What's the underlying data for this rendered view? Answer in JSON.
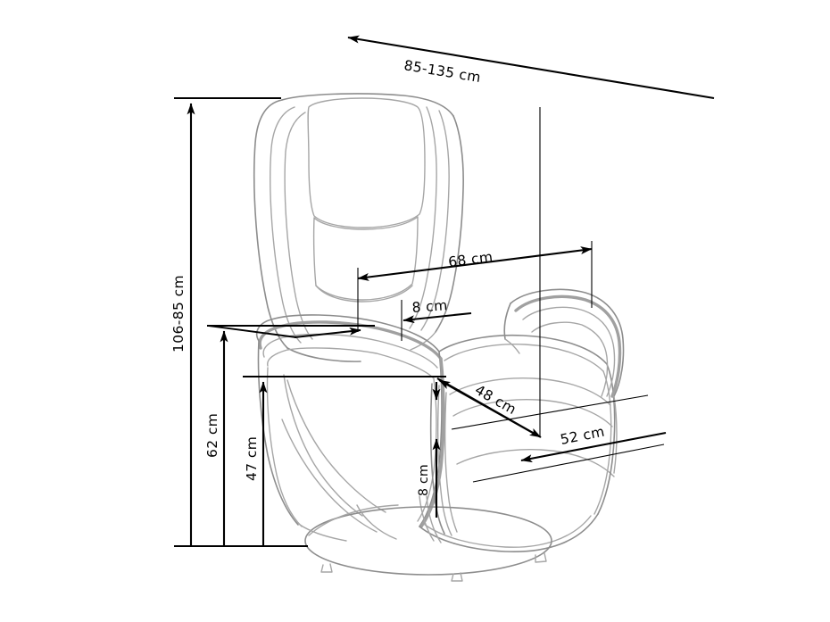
{
  "drawing": {
    "title": "Recliner armchair dimension drawing",
    "subject": "swivel recliner armchair",
    "units": "cm",
    "background_color": "#ffffff",
    "outline_color": "#8d8d8d",
    "dimension_color": "#000000"
  },
  "dimensions": {
    "reclined_depth": {
      "label": "85-135 cm",
      "orientation": "diagonal",
      "measures": "overall depth reclined range"
    },
    "total_height": {
      "label": "106-85 cm",
      "orientation": "vertical-rotated",
      "measures": "overall backrest height range"
    },
    "backrest_height": {
      "label": "62 cm",
      "orientation": "vertical-rotated",
      "measures": "armrest top height"
    },
    "seat_height": {
      "label": "47 cm",
      "orientation": "vertical-rotated",
      "measures": "seat height from floor"
    },
    "width": {
      "label": "68 cm",
      "orientation": "diagonal",
      "measures": "overall width"
    },
    "backrest_gap": {
      "label": "8 cm",
      "orientation": "diagonal",
      "measures": "backrest to armrest gap"
    },
    "seat_depth": {
      "label": "48 cm",
      "orientation": "diagonal",
      "measures": "seat depth"
    },
    "seat_width": {
      "label": "52 cm",
      "orientation": "diagonal",
      "measures": "seat width"
    },
    "footrest_gap": {
      "label": "8 cm",
      "orientation": "vertical-rotated",
      "measures": "seat front clearance"
    }
  }
}
